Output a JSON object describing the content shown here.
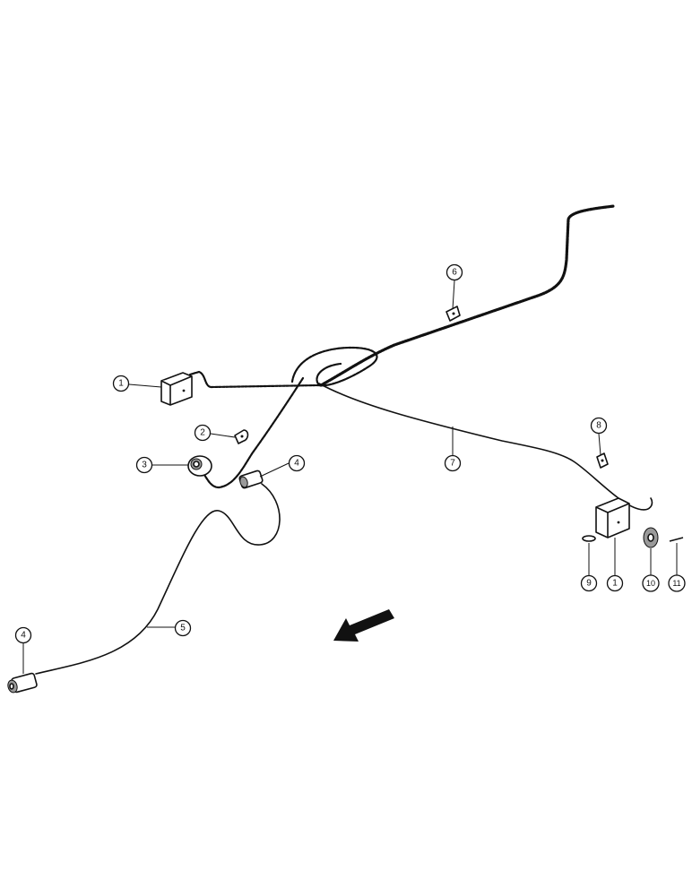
{
  "callouts": [
    {
      "id": "c1a",
      "label": "1"
    },
    {
      "id": "c1b",
      "label": "1"
    },
    {
      "id": "c2",
      "label": "2"
    },
    {
      "id": "c3",
      "label": "3"
    },
    {
      "id": "c4a",
      "label": "4"
    },
    {
      "id": "c4b",
      "label": "4"
    },
    {
      "id": "c5",
      "label": "5"
    },
    {
      "id": "c6",
      "label": "6"
    },
    {
      "id": "c7",
      "label": "7"
    },
    {
      "id": "c8",
      "label": "8"
    },
    {
      "id": "c9",
      "label": "9"
    },
    {
      "id": "c10",
      "label": "10"
    },
    {
      "id": "c11",
      "label": "11"
    }
  ]
}
